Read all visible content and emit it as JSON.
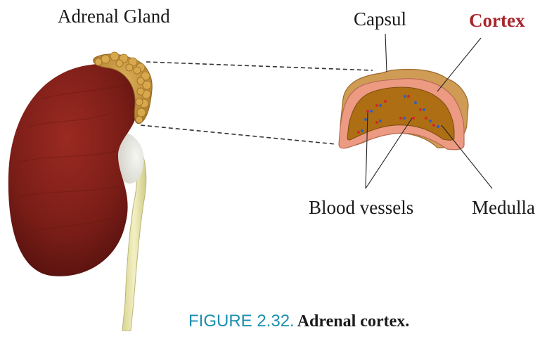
{
  "labels": {
    "adrenal_gland": "Adrenal Gland",
    "capsul": "Capsul",
    "cortex": "Cortex",
    "blood_vessels": "Blood vessels",
    "medulla": "Medulla"
  },
  "caption": {
    "number": "FIGURE 2.32.",
    "text": "Adrenal cortex."
  },
  "colors": {
    "kidney": "#7a1d17",
    "adrenal": "#c99a3c",
    "capsule": "#cf9b55",
    "cortex": "#ec9a82",
    "medulla": "#ad6e14",
    "ureter": "#e8e4a6",
    "cortex_label": "#a8262b",
    "caption_number": "#1a8fb0",
    "vessel_red": "#d7262b",
    "vessel_blue": "#2b5fc9"
  }
}
